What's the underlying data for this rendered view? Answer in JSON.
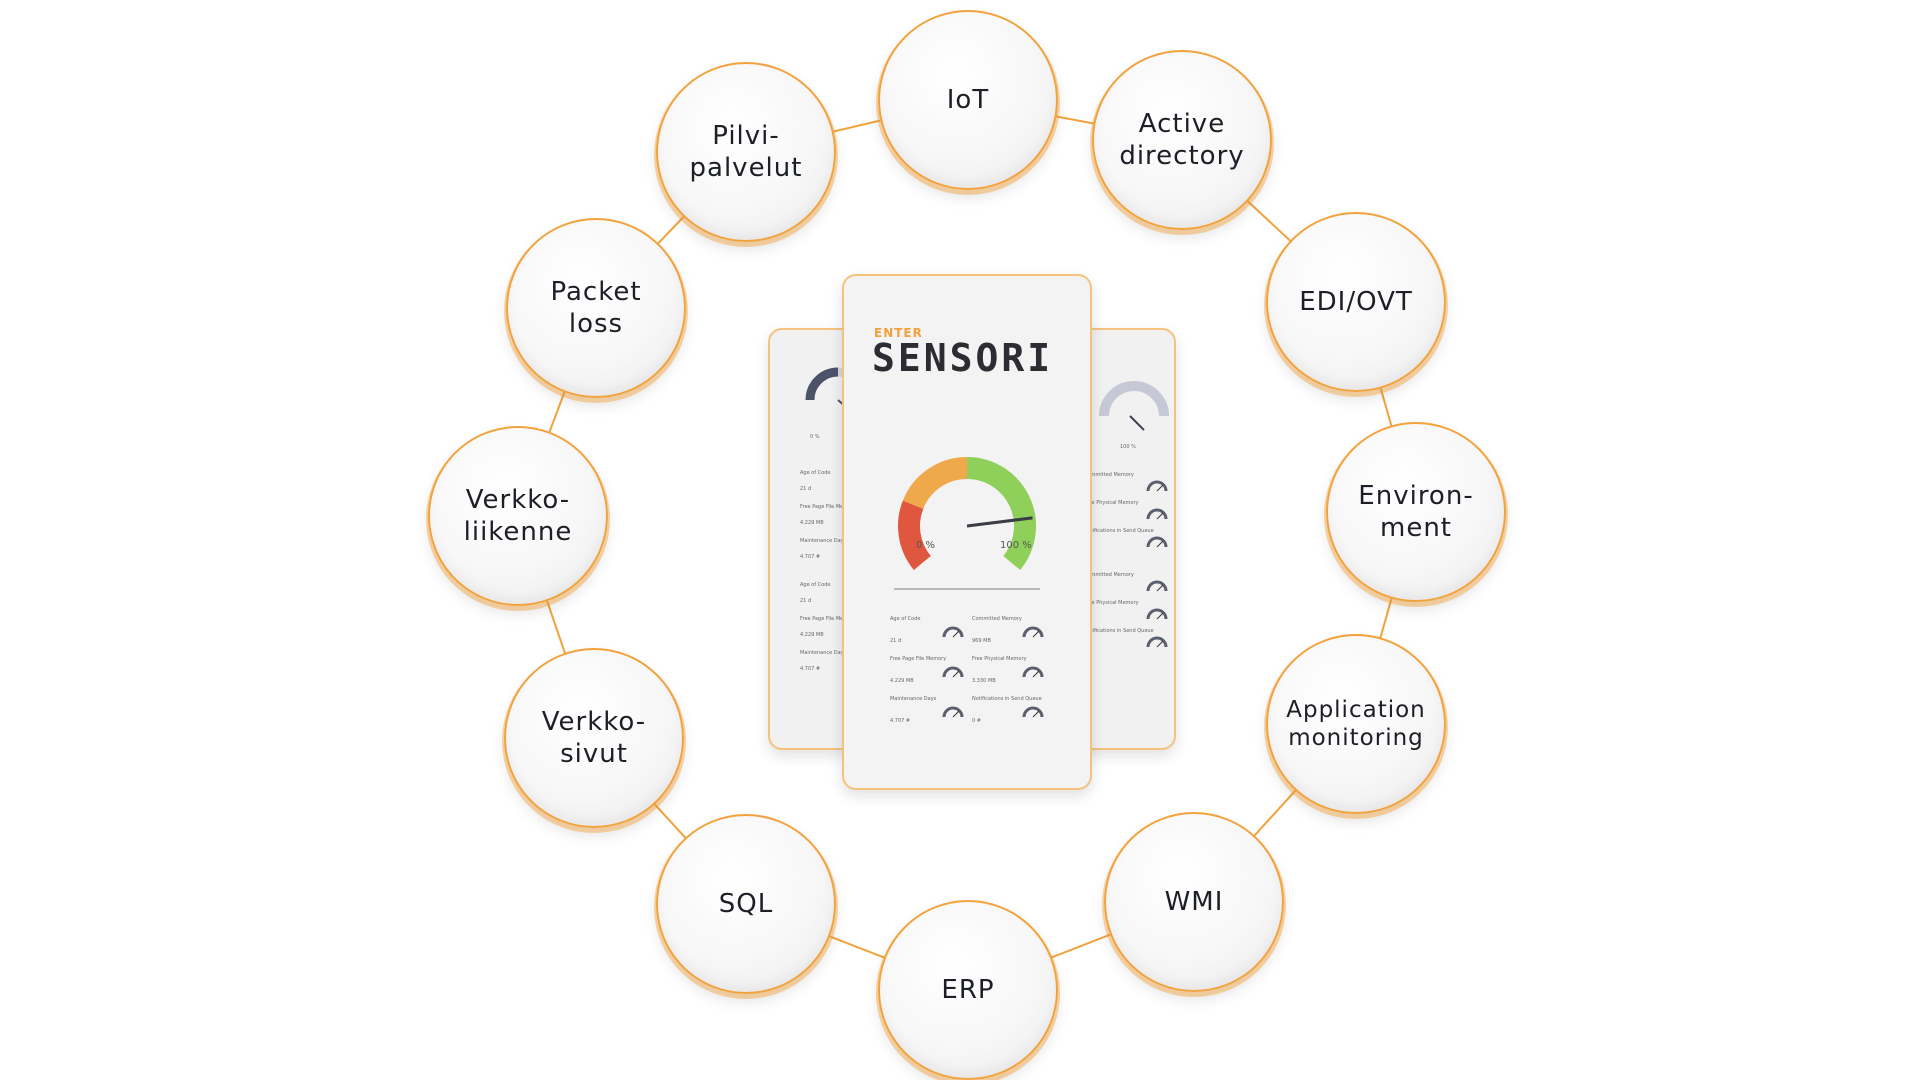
{
  "hub": {
    "brand_small": "ENTER",
    "brand_large": "SENSORI",
    "gauge_min": "0 %",
    "gauge_max": "100 %",
    "gauge_value": 0.82,
    "gauge_colors": {
      "low": "#e0573f",
      "mid": "#f0a94a",
      "high": "#8fd05a"
    },
    "rows": [
      {
        "left_label": "Age of Code",
        "left_value": "21 d",
        "right_label": "Committed Memory",
        "right_value": "969 MB"
      },
      {
        "left_label": "Free Page File Memory",
        "left_value": "4.229 MB",
        "right_label": "Free Physical Memory",
        "right_value": "3.330 MB"
      },
      {
        "left_label": "Maintenance Days",
        "left_value": "4.707 #",
        "right_label": "Notifications in Send Queue",
        "right_value": "0 #"
      }
    ],
    "left_card_rows": [
      {
        "label": "Age of Code",
        "value": "21 d"
      },
      {
        "label": "Free Page File Memory",
        "value": "4.229 MB"
      },
      {
        "label": "Maintenance Days",
        "value": "4.707 #"
      },
      {
        "label": "Age of Code",
        "value": "21 d"
      },
      {
        "label": "Free Page File Memory",
        "value": "4.229 MB"
      },
      {
        "label": "Maintenance Days",
        "value": "4.707 #"
      }
    ],
    "left_card_percent": "0 %",
    "right_card_percent": "100 %",
    "right_card_rows": [
      "Committed Memory",
      "Free Physical Memory",
      "Notifications in Send Queue",
      "Committed Memory",
      "Free Physical Memory",
      "Notifications in Send Queue"
    ]
  },
  "nodes": [
    {
      "id": "iot",
      "label": "IoT"
    },
    {
      "id": "active-directory",
      "label": "Active\ndirectory"
    },
    {
      "id": "edi-ovt",
      "label": "EDI/OVT"
    },
    {
      "id": "environment",
      "label": "Environ-\nment"
    },
    {
      "id": "application-monitoring",
      "label": "Application\nmonitoring"
    },
    {
      "id": "wmi",
      "label": "WMI"
    },
    {
      "id": "erp",
      "label": "ERP"
    },
    {
      "id": "sql",
      "label": "SQL"
    },
    {
      "id": "verkkosivut",
      "label": "Verkko-\nsivut"
    },
    {
      "id": "verkkoliikenne",
      "label": "Verkko-\nliikenne"
    },
    {
      "id": "packet-loss",
      "label": "Packet\nloss"
    },
    {
      "id": "pilvipalvelut",
      "label": "Pilvi-\npalvelut"
    }
  ],
  "colors": {
    "ring": "#f2a23c",
    "text": "#1c1f26"
  }
}
